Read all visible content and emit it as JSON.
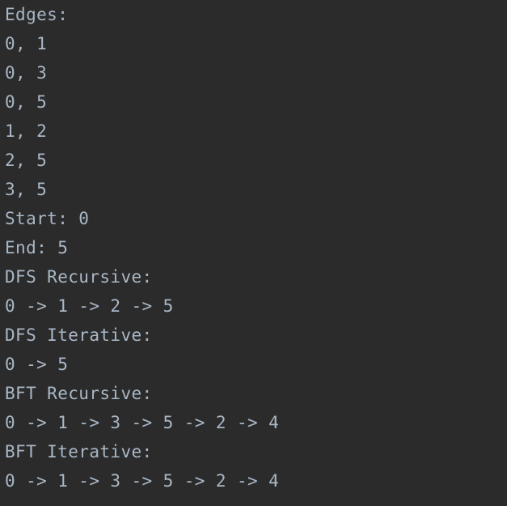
{
  "console": {
    "background": "#2b2b2b",
    "text_color": "#a9b7c6",
    "lines": [
      "Edges:",
      "0, 1",
      "0, 3",
      "0, 5",
      "1, 2",
      "2, 5",
      "3, 5",
      "Start: 0",
      "End: 5",
      "DFS Recursive:",
      "0 -> 1 -> 2 -> 5",
      "DFS Iterative:",
      "0 -> 5",
      "BFT Recursive:",
      "0 -> 1 -> 3 -> 5 -> 2 -> 4",
      "BFT Iterative:",
      "0 -> 1 -> 3 -> 5 -> 2 -> 4"
    ]
  }
}
